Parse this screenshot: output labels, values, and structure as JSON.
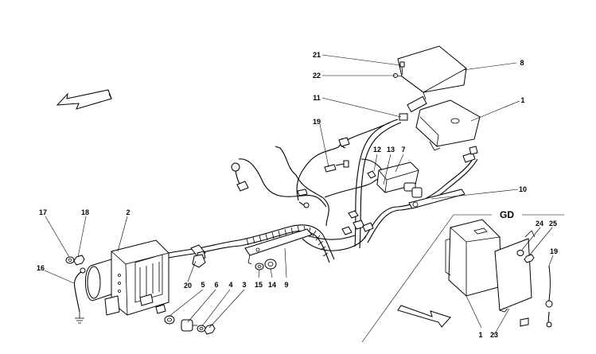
{
  "callouts": {
    "c21": "21",
    "c22": "22",
    "c8": "8",
    "c11": "11",
    "c1": "1",
    "c19": "19",
    "c12": "12",
    "c13": "13",
    "c7": "7",
    "c10": "10",
    "c17": "17",
    "c18": "18",
    "c2": "2",
    "c16": "16",
    "c20": "20",
    "c5": "5",
    "c6": "6",
    "c4": "4",
    "c3": "3",
    "c15": "15",
    "c14": "14",
    "c9": "9",
    "gd_24": "24",
    "gd_25": "25",
    "gd_19": "19",
    "gd_1": "1",
    "gd_23": "23"
  },
  "variant_box": {
    "label": "GD"
  },
  "icons": {
    "top_arrow": "direction-arrow-icon",
    "bottom_arrow": "direction-arrow-icon",
    "ground": "ground-symbol-icon"
  }
}
